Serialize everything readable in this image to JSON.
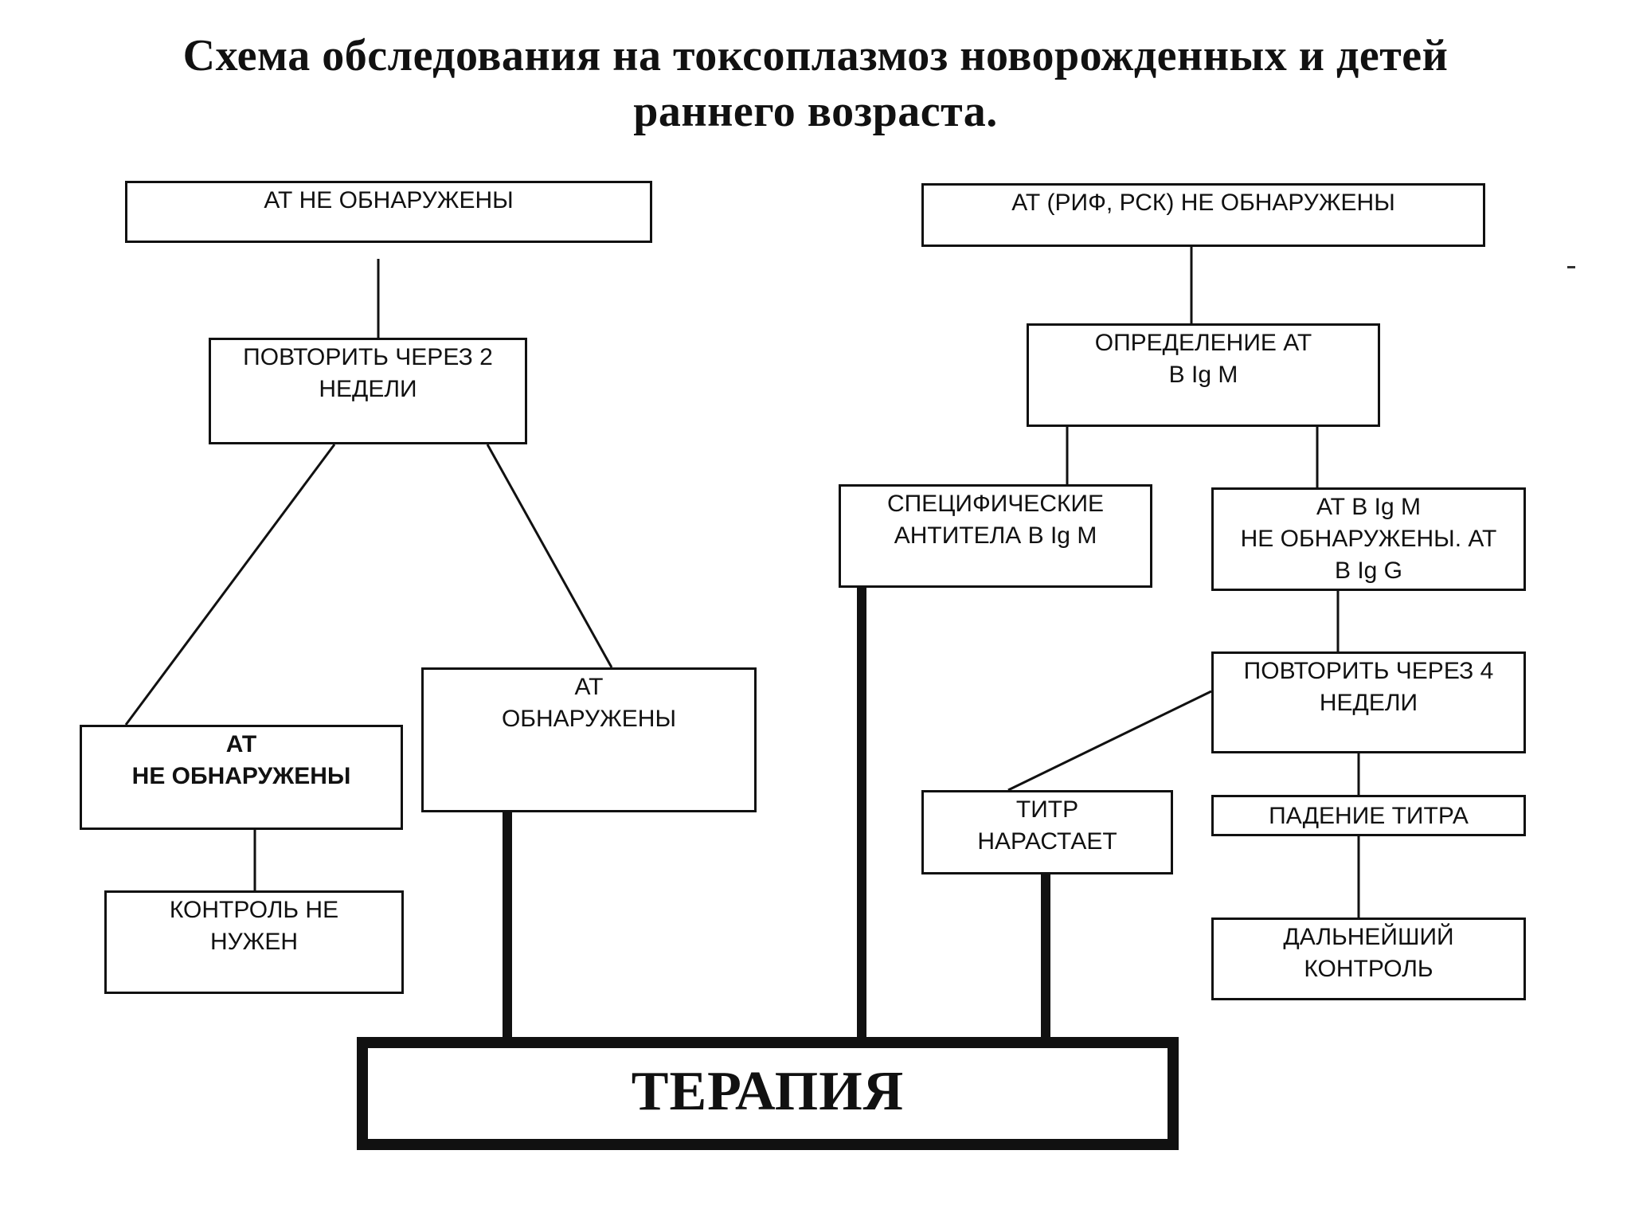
{
  "title": {
    "line1": "Схема обследования на токсоплазмоз новорожденных и детей",
    "line2": "раннего возраста."
  },
  "boxes": {
    "left_top": {
      "line1": "АТ НЕ ОБНАРУЖЕНЫ"
    },
    "left_repeat": {
      "line1": "ПОВТОРИТЬ ЧЕРЕЗ 2",
      "line2": "НЕДЕЛИ"
    },
    "left_not_found": {
      "line1": "АТ",
      "line2": "НЕ ОБНАРУЖЕНЫ"
    },
    "left_found": {
      "line1": "АТ",
      "line2": "ОБНАРУЖЕНЫ"
    },
    "no_control": {
      "line1": "КОНТРОЛЬ НЕ",
      "line2": "НУЖЕН"
    },
    "right_top": {
      "line1": "АТ (РИФ, РСК) НЕ ОБНАРУЖЕНЫ"
    },
    "igm_test": {
      "line1": "ОПРЕДЕЛЕНИЕ АТ",
      "line2": "В Ig M"
    },
    "specific_ab": {
      "line1": "СПЕЦИФИЧЕСКИЕ",
      "line2": "АНТИТЕЛА В Ig M"
    },
    "igm_igg": {
      "line1": "АТ В Ig M",
      "line2": "НЕ ОБНАРУЖЕНЫ. АТ",
      "line3": "В Ig G"
    },
    "right_repeat": {
      "line1": "ПОВТОРИТЬ ЧЕРЕЗ 4",
      "line2": "НЕДЕЛИ"
    },
    "titer_rises": {
      "line1": "ТИТР",
      "line2": "НАРАСТАЕТ"
    },
    "titer_falls": {
      "line1": "ПАДЕНИЕ ТИТРА"
    },
    "further_control": {
      "line1": "ДАЛЬНЕЙШИЙ",
      "line2": "КОНТРОЛЬ"
    },
    "therapy": {
      "label": "ТЕРАПИЯ"
    }
  }
}
